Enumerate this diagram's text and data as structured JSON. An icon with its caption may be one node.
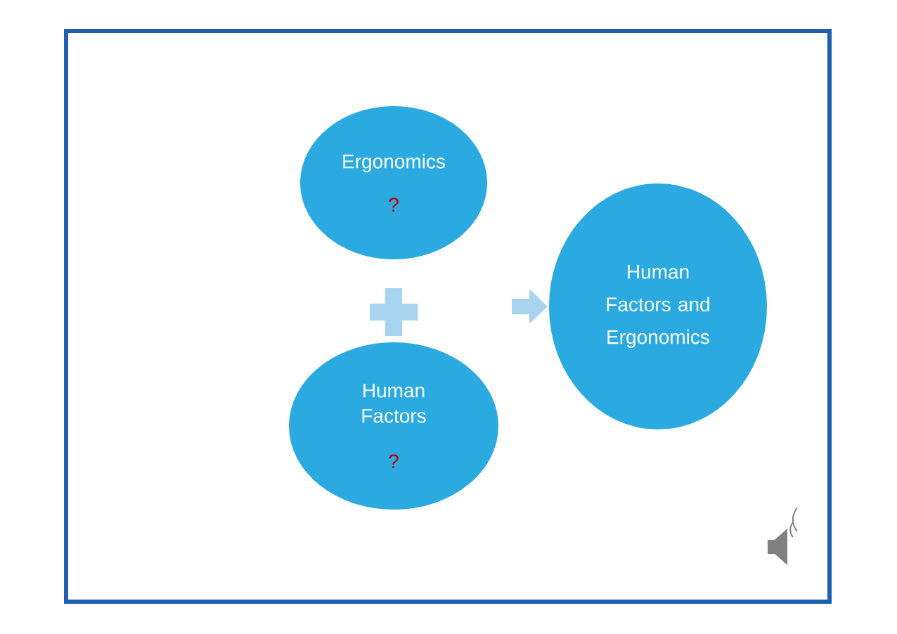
{
  "diagram": {
    "nodes": [
      {
        "text": [
          "Ergonomics",
          "?"
        ]
      },
      {
        "text": [
          "Human Factors",
          "?"
        ]
      },
      {
        "text": [
          "Human Factors and Ergonomics"
        ]
      }
    ],
    "edges": [
      {
        "from": null,
        "to": 2,
        "arrow": "to"
      }
    ]
  }
}
